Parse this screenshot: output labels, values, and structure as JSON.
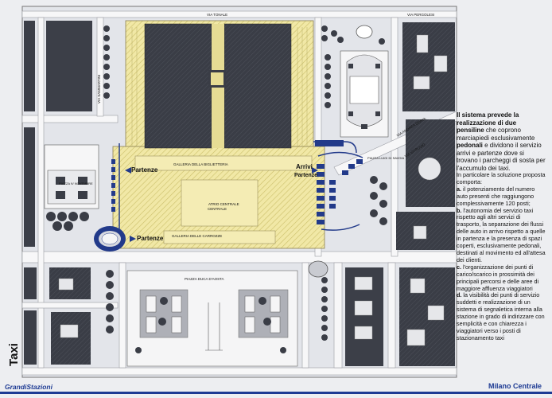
{
  "station": "Milano Centrale",
  "brand": "GrandiStazioni",
  "topic": "Taxi",
  "colors": {
    "station": "#f1e8a6",
    "hatch": "#cbbf6a",
    "blocks": "#3c3f48",
    "taxi": "#223a8a",
    "roads": "#f6f6f6",
    "accent": "#1d3a93"
  },
  "map_labels": {
    "street_top": "VIA TONALE",
    "street_top_right": "VIA PERGOLESI",
    "street_left": "VIA SAMMARTINI",
    "street_right_a": "VIA ANDREA DORIA",
    "street_right_b": "VIA VITRUVIO",
    "piazza_left": "PIAZZA IV NOVEMBRE",
    "piazza_right": "PIAZZA LUIGI DI SAVOIA",
    "piazza_bottom": "PIAZZA DUCA D'AOSTA",
    "galleria_top": "GALLERIA DELLE CARROZZE",
    "galleria_mid": "GALLERIA DELLA BIGLIETTERIA",
    "atrio": "ATRIO CENTRALE",
    "centrale": "CENTRALE",
    "partenze_left": "Partenze",
    "arrivi_right": "Arrivi",
    "partenze_right": "Partenze",
    "partenze_bottom": "Partenze"
  },
  "panel": {
    "intro_bold": "Il sistema prevede la realizzazione di due pensiline",
    "intro_text": "che coprono marciapiedi esclusivamente",
    "intro_bold2": "pedonali",
    "intro_text2": "e dividono il servizio arrivi e partenze dove si trovano i parcheggi di sosta per l'accumulo dei taxi.",
    "intro_text3": "In particolare la soluzione proposta comporta:",
    "item_a_key": "a.",
    "item_a": "il potenziamento del numero auto presenti che raggiungono complessivamente 120 posti;",
    "item_b_key": "b.",
    "item_b": "l'autonomia del servizio taxi rispetto agli altri servizi di trasporto, la separazione dei flussi delle auto in arrivo rispetto a quelle in partenza e la presenza di spazi coperti, esclusivamente pedonali, destinati al movimento ed all'attesa dei clienti.",
    "item_c_key": "c.",
    "item_c": "l'organizzazione dei punti di carico/scarico in prossimità dei principali percorsi e delle aree di maggiore affluenza viaggiatori",
    "item_d_key": "d.",
    "item_d": "la visibilità dei punti di servizio suddetti e realizzazione di un sistema di segnaletica interna alla stazione in grado di indirizzare con semplicità e con chiarezza i viaggiatori verso i posti di stazionamento taxi"
  }
}
